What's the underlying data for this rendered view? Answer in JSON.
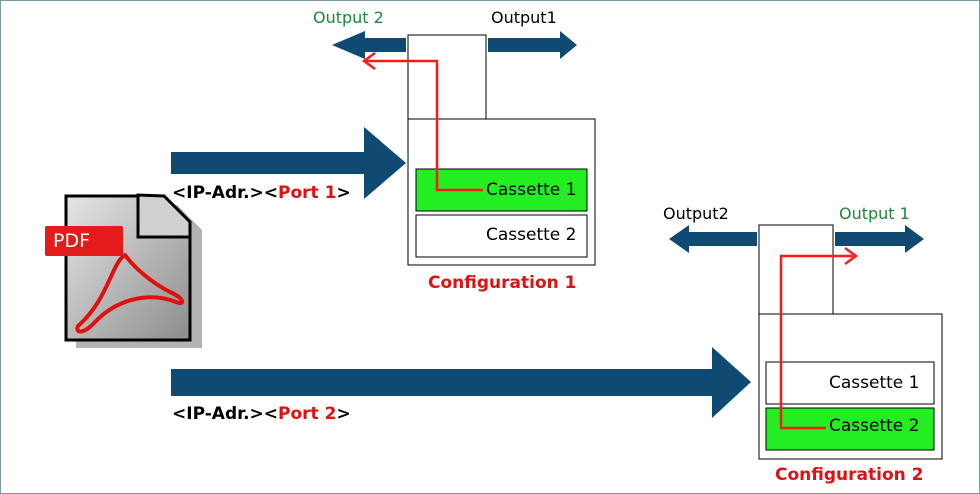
{
  "config1": {
    "output_left": "Output 2",
    "output_right": "Output1",
    "cassette_top": "Cassette 1",
    "cassette_bottom": "Cassette 2",
    "label": "Configuration 1"
  },
  "config2": {
    "output_left": "Output2",
    "output_right": "Output 1",
    "cassette_top": "Cassette 1",
    "cassette_bottom": "Cassette 2",
    "label": "Configuration 2"
  },
  "input1": {
    "prefix": "<IP-Adr.><",
    "port": "Port 1",
    "suffix": ">"
  },
  "input2": {
    "prefix": "<IP-Adr.><",
    "port": "Port 2",
    "suffix": ">"
  },
  "pdf": {
    "label": "PDF"
  },
  "colors": {
    "arrow": "#0e4a72",
    "active_cassette": "#22ee22",
    "route": "#ff1a1a",
    "green_text": "#1a8a3a",
    "red_text": "#e01010"
  }
}
